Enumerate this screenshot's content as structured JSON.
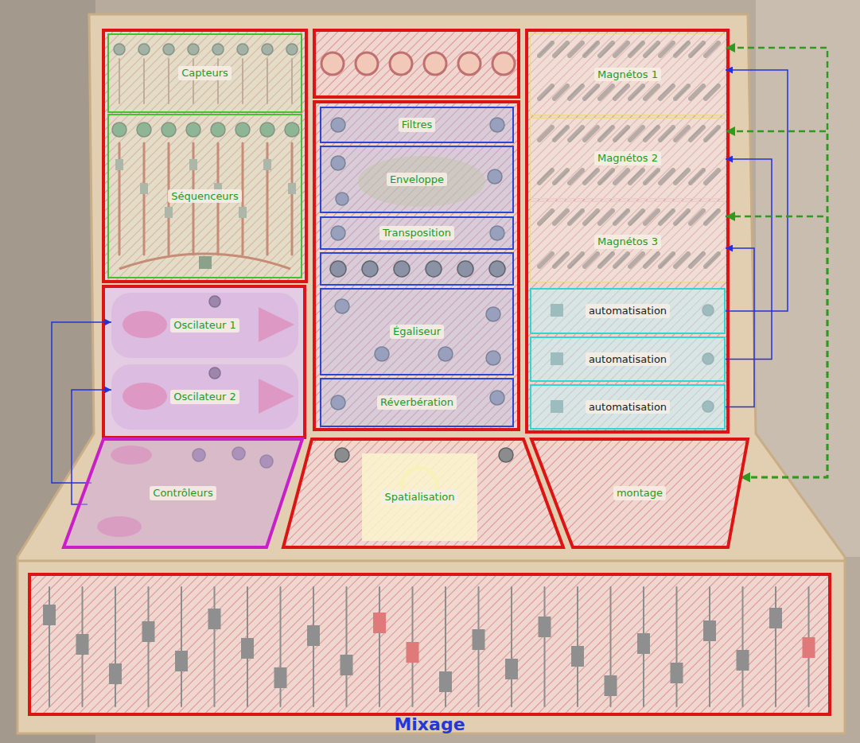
{
  "diagram": {
    "nodes": [
      {
        "text": [
          "Capteurs"
        ]
      },
      {
        "text": [
          "Séquenceurs"
        ]
      },
      {
        "text": [
          "Oscilateur 1"
        ]
      },
      {
        "text": [
          "Oscilateur 2"
        ]
      },
      {
        "text": [
          "Contrôleurs"
        ]
      },
      {
        "text": [
          "Filtres"
        ]
      },
      {
        "text": [
          "Enveloppe"
        ]
      },
      {
        "text": [
          "Transposition"
        ]
      },
      {
        "text": [
          "Égaliseur"
        ]
      },
      {
        "text": [
          "Réverbération"
        ]
      },
      {
        "text": [
          "Spatialisation"
        ]
      },
      {
        "text": [
          "Magnétos 1"
        ]
      },
      {
        "text": [
          "Magnétos 2"
        ]
      },
      {
        "text": [
          "Magnétos 3"
        ]
      },
      {
        "text": [
          "automatisation"
        ]
      },
      {
        "text": [
          "automatisation"
        ]
      },
      {
        "text": [
          "automatisation"
        ]
      },
      {
        "text": [
          "montage"
        ]
      },
      {
        "text": [
          "Mixage"
        ]
      }
    ],
    "edges": [
      {
        "from": 4,
        "to": 2,
        "arrow": "to"
      },
      {
        "from": 4,
        "to": 3,
        "arrow": "to"
      },
      {
        "from": 14,
        "to": 11,
        "arrow": "to"
      },
      {
        "from": 15,
        "to": 12,
        "arrow": "to"
      },
      {
        "from": 16,
        "to": 13,
        "arrow": "to"
      },
      {
        "from": 17,
        "to": 11,
        "arrow": "both"
      },
      {
        "from": 17,
        "to": 12,
        "arrow": "both"
      },
      {
        "from": 17,
        "to": 13,
        "arrow": "both"
      }
    ]
  }
}
